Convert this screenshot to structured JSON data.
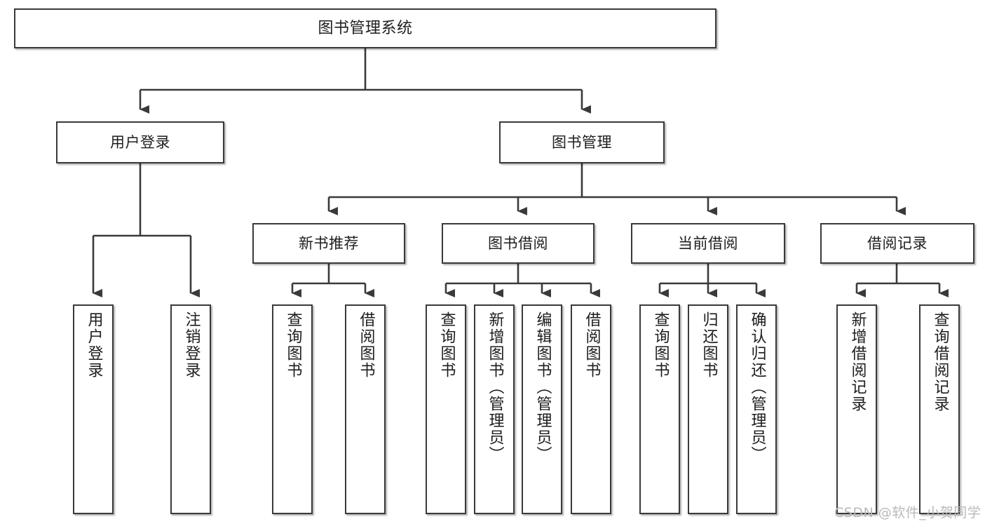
{
  "diagram": {
    "title": "图书管理系统",
    "type": "tree",
    "colors": {
      "box_border": "#3a3a3a",
      "box_fill": "#ffffff",
      "connector": "#3a3a3a",
      "background": "#ffffff",
      "watermark": "#b9b9b9"
    },
    "root": {
      "label": "图书管理系统"
    },
    "level2": [
      {
        "id": "user-login",
        "label": "用户登录"
      },
      {
        "id": "book-manage",
        "label": "图书管理"
      }
    ],
    "level3": [
      {
        "id": "new-book-recommend",
        "label": "新书推荐"
      },
      {
        "id": "book-borrow",
        "label": "图书借阅"
      },
      {
        "id": "current-borrow",
        "label": "当前借阅"
      },
      {
        "id": "borrow-record",
        "label": "借阅记录"
      }
    ],
    "leaves": [
      {
        "id": "leaf-user-login",
        "label": "用户登录",
        "parent": "user-login"
      },
      {
        "id": "leaf-user-logout",
        "label": "注销登录",
        "parent": "user-login"
      },
      {
        "id": "leaf-query-book-1",
        "label": "查询图书",
        "parent": "new-book-recommend"
      },
      {
        "id": "leaf-borrow-book-1",
        "label": "借阅图书",
        "parent": "new-book-recommend"
      },
      {
        "id": "leaf-query-book-2",
        "label": "查询图书",
        "parent": "book-borrow"
      },
      {
        "id": "leaf-add-book",
        "label": "新增图书（管理员）",
        "parent": "book-borrow"
      },
      {
        "id": "leaf-edit-book",
        "label": "编辑图书（管理员）",
        "parent": "book-borrow"
      },
      {
        "id": "leaf-borrow-book-2",
        "label": "借阅图书",
        "parent": "book-borrow"
      },
      {
        "id": "leaf-query-book-3",
        "label": "查询图书",
        "parent": "current-borrow"
      },
      {
        "id": "leaf-return-book",
        "label": "归还图书",
        "parent": "current-borrow"
      },
      {
        "id": "leaf-confirm-return",
        "label": "确认归还（管理员）",
        "parent": "current-borrow"
      },
      {
        "id": "leaf-add-record",
        "label": "新增借阅记录",
        "parent": "borrow-record"
      },
      {
        "id": "leaf-query-record",
        "label": "查询借阅记录",
        "parent": "borrow-record"
      }
    ]
  },
  "watermark": {
    "text": "CSDN @软件_小贺同学"
  }
}
